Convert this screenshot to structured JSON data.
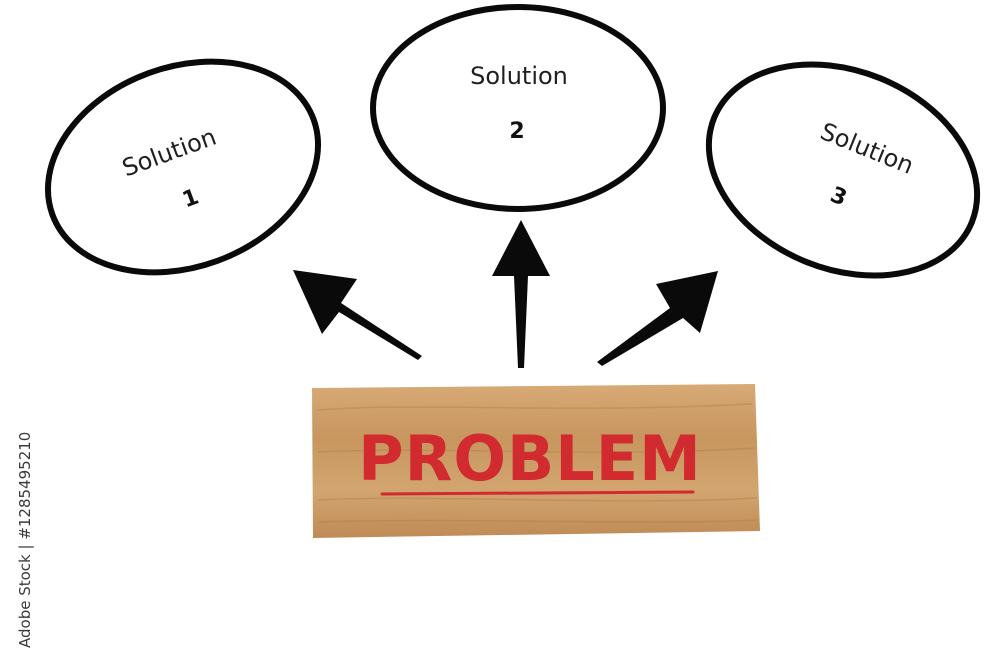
{
  "solutions": [
    {
      "word": "Solution",
      "number": "1"
    },
    {
      "word": "Solution",
      "number": "2"
    },
    {
      "word": "Solution",
      "number": "3"
    }
  ],
  "problem": {
    "label": "PROBLEM",
    "text_color": "#d12a2f",
    "board_color": "#c99a66"
  },
  "watermark": {
    "side_text": "Adobe Stock | #1285495210"
  },
  "colors": {
    "outline": "#0a0a0a",
    "background": "#ffffff"
  }
}
